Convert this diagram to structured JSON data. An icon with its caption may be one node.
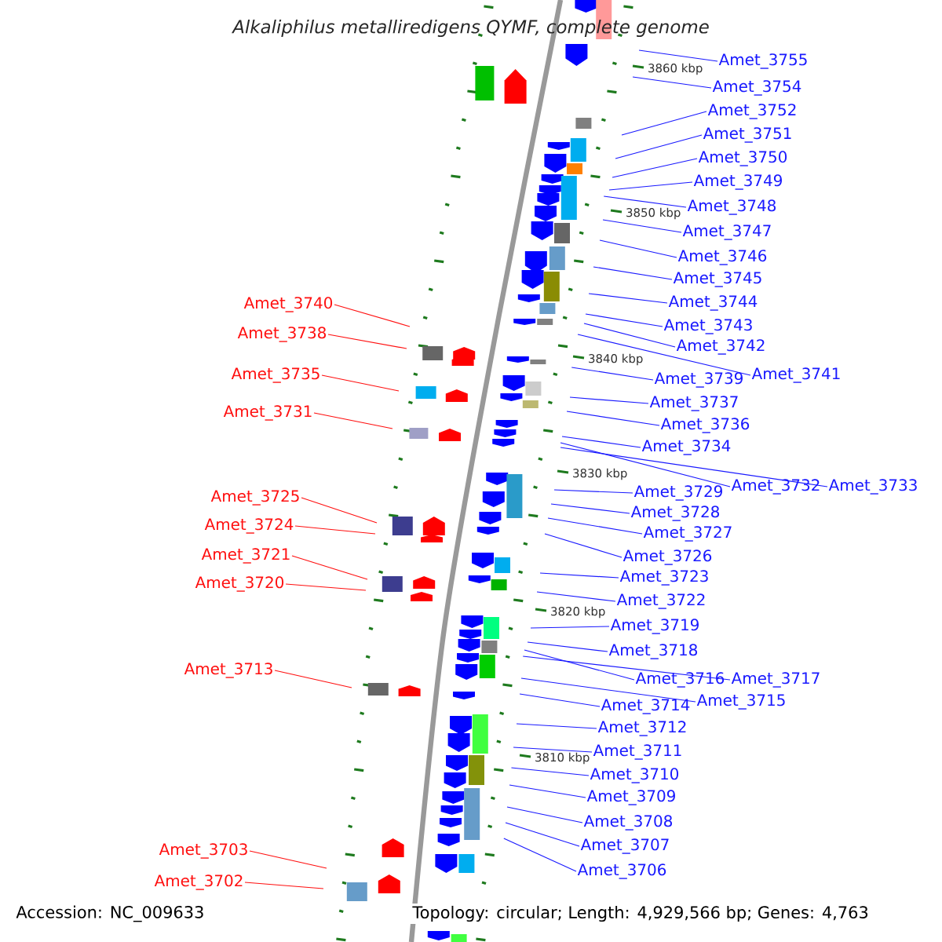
{
  "diagram": {
    "title": "Alkaliphilus metalliredigens QYMF, complete genome",
    "nodes": [
      {
        "text": [
          "Amet_3755"
        ]
      },
      {
        "text": [
          "Amet_3754"
        ]
      },
      {
        "text": [
          "Amet_3752"
        ]
      },
      {
        "text": [
          "Amet_3751"
        ]
      },
      {
        "text": [
          "Amet_3750"
        ]
      },
      {
        "text": [
          "Amet_3749"
        ]
      },
      {
        "text": [
          "Amet_3748"
        ]
      },
      {
        "text": [
          "Amet_3747"
        ]
      },
      {
        "text": [
          "Amet_3746"
        ]
      },
      {
        "text": [
          "Amet_3745"
        ]
      },
      {
        "text": [
          "Amet_3744"
        ]
      },
      {
        "text": [
          "Amet_3743"
        ]
      },
      {
        "text": [
          "Amet_3742"
        ]
      },
      {
        "text": [
          "Amet_3740"
        ]
      },
      {
        "text": [
          "Amet_3738"
        ]
      },
      {
        "text": [
          "Amet_3739"
        ]
      },
      {
        "text": [
          "Amet_3741"
        ]
      },
      {
        "text": [
          "Amet_3735"
        ]
      },
      {
        "text": [
          "Amet_3737"
        ]
      },
      {
        "text": [
          "Amet_3731"
        ]
      },
      {
        "text": [
          "Amet_3736"
        ]
      },
      {
        "text": [
          "Amet_3734"
        ]
      },
      {
        "text": [
          "Amet_3732"
        ]
      },
      {
        "text": [
          "Amet_3733"
        ]
      },
      {
        "text": [
          "Amet_3729"
        ]
      },
      {
        "text": [
          "Amet_3725"
        ]
      },
      {
        "text": [
          "Amet_3728"
        ]
      },
      {
        "text": [
          "Amet_3724"
        ]
      },
      {
        "text": [
          "Amet_3727"
        ]
      },
      {
        "text": [
          "Amet_3721"
        ]
      },
      {
        "text": [
          "Amet_3726"
        ]
      },
      {
        "text": [
          "Amet_3723"
        ]
      },
      {
        "text": [
          "Amet_3720"
        ]
      },
      {
        "text": [
          "Amet_3722"
        ]
      },
      {
        "text": [
          "Amet_3719"
        ]
      },
      {
        "text": [
          "Amet_3718"
        ]
      },
      {
        "text": [
          "Amet_3713"
        ]
      },
      {
        "text": [
          "Amet_3716"
        ]
      },
      {
        "text": [
          "Amet_3717"
        ]
      },
      {
        "text": [
          "Amet_3715"
        ]
      },
      {
        "text": [
          "Amet_3714"
        ]
      },
      {
        "text": [
          "Amet_3712"
        ]
      },
      {
        "text": [
          "Amet_3711"
        ]
      },
      {
        "text": [
          "Amet_3710"
        ]
      },
      {
        "text": [
          "Amet_3709"
        ]
      },
      {
        "text": [
          "Amet_3708"
        ]
      },
      {
        "text": [
          "Amet_3707"
        ]
      },
      {
        "text": [
          "Amet_3703"
        ]
      },
      {
        "text": [
          "Amet_3706"
        ]
      },
      {
        "text": [
          "Amet_3702"
        ]
      }
    ],
    "edges": [
      {
        "from": 0,
        "to": null,
        "arrow": "none"
      },
      {
        "from": 1,
        "to": null,
        "arrow": "none"
      },
      {
        "from": 2,
        "to": null,
        "arrow": "none"
      },
      {
        "from": 3,
        "to": null,
        "arrow": "none"
      },
      {
        "from": 4,
        "to": null,
        "arrow": "none"
      },
      {
        "from": 5,
        "to": null,
        "arrow": "none"
      },
      {
        "from": 6,
        "to": null,
        "arrow": "none"
      },
      {
        "from": 7,
        "to": null,
        "arrow": "none"
      },
      {
        "from": 8,
        "to": null,
        "arrow": "none"
      },
      {
        "from": 9,
        "to": null,
        "arrow": "none"
      },
      {
        "from": 10,
        "to": null,
        "arrow": "none"
      },
      {
        "from": 11,
        "to": null,
        "arrow": "none"
      },
      {
        "from": 12,
        "to": null,
        "arrow": "none"
      },
      {
        "from": 13,
        "to": null,
        "arrow": "none",
        "color": "#ff1010"
      },
      {
        "from": 14,
        "to": null,
        "arrow": "none",
        "color": "#ff1010"
      },
      {
        "from": 15,
        "to": null,
        "arrow": "none"
      },
      {
        "from": 16,
        "to": null,
        "arrow": "none"
      },
      {
        "from": 17,
        "to": null,
        "arrow": "none",
        "color": "#ff1010"
      },
      {
        "from": 18,
        "to": null,
        "arrow": "none"
      },
      {
        "from": 19,
        "to": null,
        "arrow": "none",
        "color": "#ff1010"
      },
      {
        "from": 20,
        "to": null,
        "arrow": "none"
      },
      {
        "from": 21,
        "to": null,
        "arrow": "none"
      },
      {
        "from": 22,
        "to": null,
        "arrow": "none"
      },
      {
        "from": 23,
        "to": null,
        "arrow": "none"
      },
      {
        "from": 24,
        "to": null,
        "arrow": "none"
      },
      {
        "from": 25,
        "to": null,
        "arrow": "none",
        "color": "#ff1010"
      },
      {
        "from": 26,
        "to": null,
        "arrow": "none"
      },
      {
        "from": 27,
        "to": null,
        "arrow": "none",
        "color": "#ff1010"
      },
      {
        "from": 28,
        "to": null,
        "arrow": "none"
      },
      {
        "from": 29,
        "to": null,
        "arrow": "none",
        "color": "#ff1010"
      },
      {
        "from": 30,
        "to": null,
        "arrow": "none"
      },
      {
        "from": 31,
        "to": null,
        "arrow": "none"
      },
      {
        "from": 32,
        "to": null,
        "arrow": "none",
        "color": "#ff1010"
      },
      {
        "from": 33,
        "to": null,
        "arrow": "none"
      },
      {
        "from": 34,
        "to": null,
        "arrow": "none"
      },
      {
        "from": 35,
        "to": null,
        "arrow": "none"
      },
      {
        "from": 36,
        "to": null,
        "arrow": "none",
        "color": "#ff1010"
      },
      {
        "from": 37,
        "to": null,
        "arrow": "none"
      },
      {
        "from": 38,
        "to": null,
        "arrow": "none"
      },
      {
        "from": 39,
        "to": null,
        "arrow": "none"
      },
      {
        "from": 40,
        "to": null,
        "arrow": "none"
      },
      {
        "from": 41,
        "to": null,
        "arrow": "none"
      },
      {
        "from": 42,
        "to": null,
        "arrow": "none"
      },
      {
        "from": 43,
        "to": null,
        "arrow": "none"
      },
      {
        "from": 44,
        "to": null,
        "arrow": "none"
      },
      {
        "from": 45,
        "to": null,
        "arrow": "none"
      },
      {
        "from": 46,
        "to": null,
        "arrow": "none"
      },
      {
        "from": 47,
        "to": null,
        "arrow": "none",
        "color": "#ff1010"
      },
      {
        "from": 48,
        "to": null,
        "arrow": "none"
      },
      {
        "from": 49,
        "to": null,
        "arrow": "none",
        "color": "#ff1010"
      }
    ],
    "labels": [
      "3860 kbp",
      "3850 kbp",
      "3840 kbp",
      "3830 kbp",
      "3820 kbp",
      "3810 kbp",
      "Accession: NC_009633",
      "Topology: circular; Length: 4,929,566 bp; Genes: 4,763"
    ]
  }
}
